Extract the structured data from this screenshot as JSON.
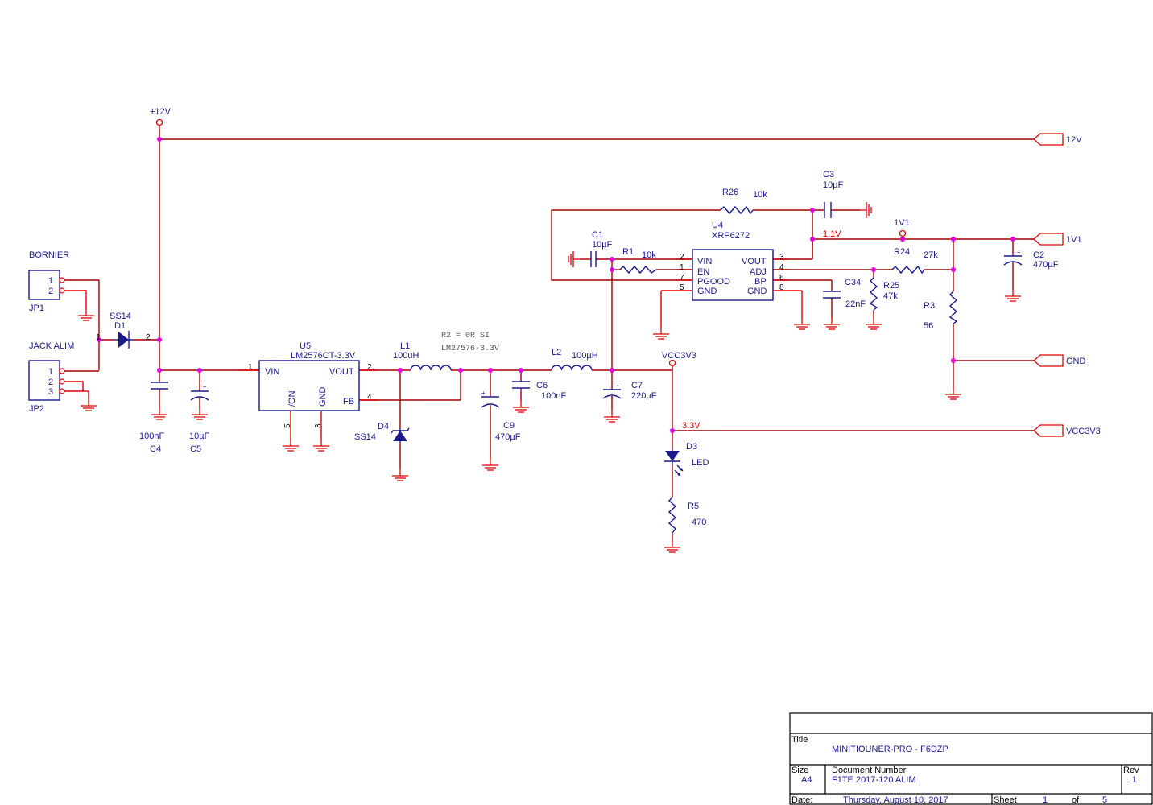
{
  "power": {
    "v12": "+12V",
    "vcc": "VCC3V3",
    "v1v1": "1V1"
  },
  "ports": {
    "p12v": "12V",
    "p1v1": "1V1",
    "gnd": "GND",
    "vcc3v3": "VCC3V3"
  },
  "connectors": {
    "jp1": {
      "title": "BORNIER",
      "ref": "JP1",
      "pins": [
        "1",
        "2"
      ]
    },
    "jp2": {
      "title": "JACK ALIM",
      "ref": "JP2",
      "pins": [
        "1",
        "2",
        "3"
      ]
    }
  },
  "diodes": {
    "d1": {
      "ref": "D1",
      "value": "SS14",
      "pin1": "1",
      "pin2": "2"
    },
    "d4": {
      "ref": "D4",
      "value": "SS14"
    },
    "d3": {
      "ref": "D3",
      "value": "LED"
    }
  },
  "capacitors": {
    "c4": {
      "ref": "C4",
      "value": "100nF"
    },
    "c5": {
      "ref": "C5",
      "value": "10µF"
    },
    "c9": {
      "ref": "C9",
      "value": "470µF"
    },
    "c6": {
      "ref": "C6",
      "value": "100nF"
    },
    "c7": {
      "ref": "C7",
      "value": "220µF"
    },
    "c1": {
      "ref": "C1",
      "value": "10µF"
    },
    "c3": {
      "ref": "C3",
      "value": "10µF"
    },
    "c34": {
      "ref": "C34",
      "value": "22nF"
    },
    "c2": {
      "ref": "C2",
      "value": "470µF"
    }
  },
  "inductors": {
    "l1": {
      "ref": "L1",
      "value": "100uH"
    },
    "l2": {
      "ref": "L2",
      "value": "100µH"
    }
  },
  "resistors": {
    "r1": {
      "ref": "R1",
      "value": "10k"
    },
    "r26": {
      "ref": "R26",
      "value": "10k"
    },
    "r24": {
      "ref": "R24",
      "value": "27k"
    },
    "r25": {
      "ref": "R25",
      "value": "47k"
    },
    "r3": {
      "ref": "R3",
      "value": "56"
    },
    "r5": {
      "ref": "R5",
      "value": "470"
    }
  },
  "u5": {
    "ref": "U5",
    "part": "LM2576CT-3.3V",
    "pin_vin": "VIN",
    "pin_vout": "VOUT",
    "pin_fb": "FB",
    "pin_on": "/ON",
    "pin_gnd": "GND",
    "num_vin": "1",
    "num_vout": "2",
    "num_fb": "4",
    "num_on": "5",
    "num_gnd": "3"
  },
  "u4": {
    "ref": "U4",
    "part": "XRP6272",
    "left_pins": [
      "VIN",
      "EN",
      "PGOOD",
      "GND"
    ],
    "left_nums": [
      "2",
      "1",
      "7",
      "5"
    ],
    "right_pins": [
      "VOUT",
      "ADJ",
      "BP",
      "GND"
    ],
    "right_nums": [
      "3",
      "4",
      "6",
      "8"
    ]
  },
  "notes": {
    "line1": "R2 = 0R SI",
    "line2": "LM27576-3.3V"
  },
  "net_labels": {
    "n1v1": "1.1V",
    "n3v3": "3.3V"
  },
  "title_block": {
    "title_label": "Title",
    "title_value": "MINITIOUNER-PRO -  F6DZP",
    "size_label": "Size",
    "size_value": "A4",
    "docnum_label": "Document Number",
    "docnum_value": "F1TE 2017-120      ALIM",
    "rev_label": "Rev",
    "rev_value": "1",
    "date_label": "Date:",
    "date_value": "Thursday, August 10, 2017",
    "sheet_label": "Sheet",
    "sheet_value": "1",
    "of_label": "of",
    "of_value": "5"
  },
  "colors": {
    "wire": "#a00000",
    "pin_wire": "#e00000",
    "component": "#1a1a8c",
    "junction": "#e000e0"
  }
}
